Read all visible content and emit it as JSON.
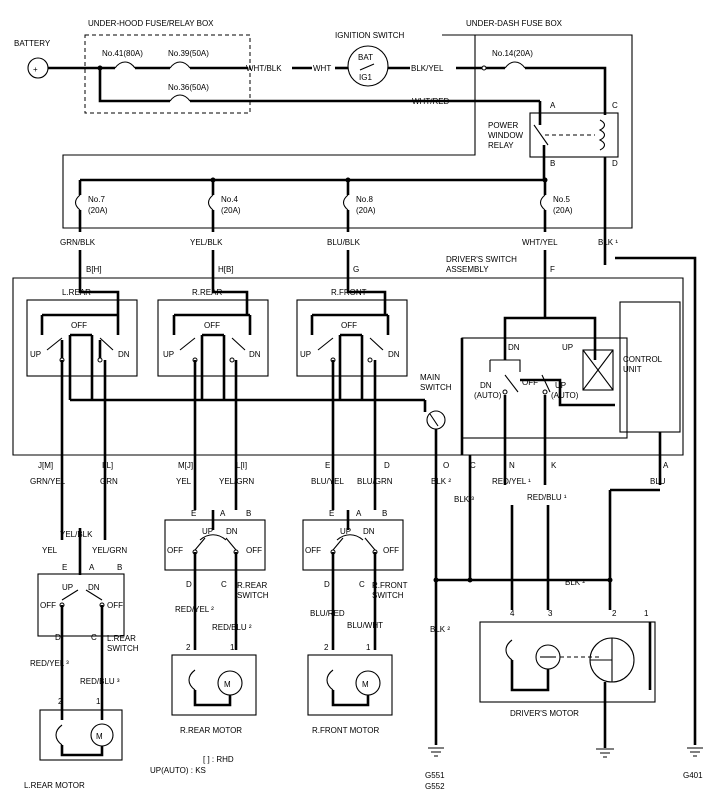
{
  "diagram": {
    "headers": {
      "battery": "BATTERY",
      "underhood_box": "UNDER-HOOD FUSE/RELAY BOX",
      "ignition_switch": "IGNITION SWITCH",
      "underdash_box": "UNDER-DASH FUSE BOX",
      "bat": "BAT",
      "ig1": "IG1",
      "power_window_relay": [
        "POWER",
        "WINDOW",
        "RELAY"
      ],
      "drivers_switch_assembly": [
        "DRIVER'S SWITCH",
        "ASSEMBLY"
      ],
      "control_unit": [
        "CONTROL",
        "UNIT"
      ],
      "main_switch": [
        "MAIN",
        "SWITCH"
      ]
    },
    "fuses": {
      "f41": "No.41(80A)",
      "f39": "No.39(50A)",
      "f36": "No.36(50A)",
      "f14": "No.14(20A)",
      "f7": [
        "No.7",
        "(20A)"
      ],
      "f4": [
        "No.4",
        "(20A)"
      ],
      "f8": [
        "No.8",
        "(20A)"
      ],
      "f5": [
        "No.5",
        "(20A)"
      ]
    },
    "wires": {
      "wht_blk": "WHT/BLK",
      "wht": "WHT",
      "blk_yel": "BLK/YEL",
      "wht_red": "WHT/RED",
      "grn_blk": "GRN/BLK",
      "yel_blk": "YEL/BLK",
      "blu_blk": "BLU/BLK",
      "wht_yel": "WHT/YEL",
      "blk1": "BLK ¹",
      "grn_yel": "GRN/YEL",
      "grn": "GRN",
      "yel": "YEL",
      "yel_grn": "YEL/GRN",
      "blu_yel": "BLU/YEL",
      "blu_grn": "BLU/GRN",
      "blk2_o": "BLK ²",
      "blk3": "BLK ³",
      "red_yel1": "RED/YEL ¹",
      "red_blu1": "RED/BLU ¹",
      "blu": "BLU",
      "yel_blk_lr": "YEL/BLK",
      "yel_lr": "YEL",
      "yel_grn_lr": "YEL/GRN",
      "red_yel2": "RED/YEL ²",
      "red_blu2": "RED/BLU ²",
      "red_yel3": "RED/YEL ³",
      "red_blu3": "RED/BLU ³",
      "blu_red": "BLU/RED",
      "blu_wht": "BLU/WHT",
      "blk2_bus": "BLK ²",
      "blk2_down": "BLK ²"
    },
    "terminals": {
      "relay_a": "A",
      "relay_b": "B",
      "relay_c": "C",
      "relay_d": "D",
      "lrear_in": "B[H]",
      "rrear_in": "H[B]",
      "rfront_in": "G",
      "driver_in": "F",
      "lr_j": "J[M]",
      "lr_i": "I[L]",
      "rr_m": "M[J]",
      "rr_l": "L[I]",
      "rf_e": "E",
      "rf_d": "D",
      "o": "O",
      "c": "C",
      "n": "N",
      "k": "K",
      "a": "A",
      "rrs_e": "E",
      "rrs_a": "A",
      "rrs_b": "B",
      "rrs_d": "D",
      "rrs_c": "C",
      "rfs_e": "E",
      "rfs_a": "A",
      "rfs_b": "B",
      "rfs_d": "D",
      "rfs_c": "C",
      "lrs_e": "E",
      "lrs_a": "A",
      "lrs_b": "B",
      "lrs_d": "D",
      "lrs_c": "C",
      "rrm_2": "2",
      "rrm_1": "1",
      "rfm_2": "2",
      "rfm_1": "1",
      "lrm_2": "2",
      "lrm_1": "1",
      "dm_4": "4",
      "dm_3": "3",
      "dm_2": "2",
      "dm_1": "1"
    },
    "switches": {
      "lrear": "L.REAR",
      "rrear": "R.REAR",
      "rfront": "R.FRONT",
      "off": "OFF",
      "up": "UP",
      "dn": "DN",
      "dn_auto": [
        "DN",
        "(AUTO)"
      ],
      "up_auto": [
        "UP",
        "(AUTO)"
      ],
      "rrear_switch": [
        "R.REAR",
        "SWITCH"
      ],
      "rfront_switch": [
        "R.FRONT",
        "SWITCH"
      ],
      "lrear_switch": [
        "L.REAR",
        "SWITCH"
      ]
    },
    "motors": {
      "m": "M",
      "rrear": "R.REAR MOTOR",
      "rfront": "R.FRONT MOTOR",
      "lrear": "L.REAR MOTOR",
      "driver": "DRIVER'S MOTOR"
    },
    "grounds": {
      "g551": "G551",
      "g552": "G552",
      "g401": "G401"
    },
    "notes": {
      "rhd": "[ ] : RHD",
      "ks": "UP(AUTO) : KS"
    }
  }
}
